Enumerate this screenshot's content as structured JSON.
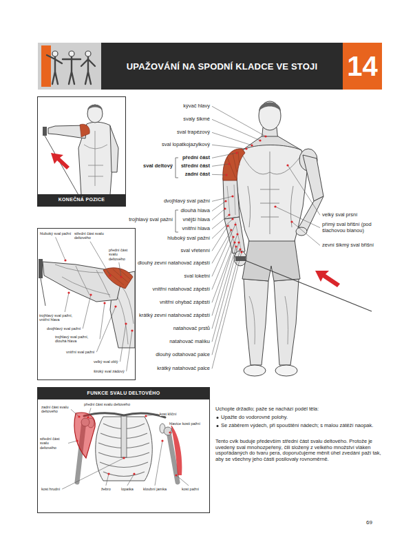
{
  "diagram": {
    "title": "UPAŽOVÁNÍ NA SPODNÍ KLADCE VE STOJI",
    "nodes": [
      {
        "text": [
          "14"
        ]
      },
      {
        "text": [
          "KONEČNÁ POZICE"
        ]
      },
      {
        "text": [
          "FUNKCE SVALU DELTOVÉHO"
        ]
      }
    ],
    "labels": [
      "kývač hlavy",
      "svaly šikmé",
      "sval trapézový",
      "sval lopatkojazylkový",
      "přední část",
      "střední část",
      "sval deltový",
      "zadní část",
      "dvojhlavý sval pažní",
      "dlouhá hlava",
      "vnější hlava",
      "trojhlavý sval pažní",
      "vnitřní hlava",
      "hluboký sval pažní",
      "sval vřetenní",
      "dlouhý zevní natahovač zápěstí",
      "sval loketní",
      "vnitřní natahovač zápěstí",
      "vnitřní ohybač zápěstí",
      "krátký zevní natahovač zápěstí",
      "natahovač prstů",
      "natahovač malíku",
      "dlouhý odtahovač palce",
      "krátký natahovač palce",
      "velký sval prsní",
      "přímý sval břišní (pod šlachovou blanou)",
      "zevní šikmý sval břišní",
      "hluboký sval pažní",
      "střední část svalu deltového",
      "přední část svalu deltového",
      "trojhlavý sval pažní, vnitřní hlava",
      "dvojhlavý sval pažní",
      "trojhlavý sval pažní, dlouhá hlava",
      "vnitřní sval pažní",
      "velký sval oblý",
      "široký sval zádový",
      "zadní část svalu deltového",
      "přední část svalu deltového",
      "kost klíční",
      "hlavice kosti pažní",
      "střední část svalu deltového",
      "kost hrudní",
      "žebro",
      "lopatka",
      "kloubní jamka",
      "kost pažní",
      "Uchopte držadlo; paže se nachází podél těla:",
      "Upažte do vodorovné polohy.",
      "Se záběrem výdech, při spouštění nádech; s malou zátěží naopak.",
      "Tento cvik buduje především střední část svalu deltového. Protože je uvedený sval mnohozpeřený, čili složený z velkého množství vláken uspořádaných do tvaru pera, doporučujeme měnit úhel zvedání paží tak, aby se všechny jeho části posilovaly rovnoměrně.",
      "69"
    ]
  }
}
